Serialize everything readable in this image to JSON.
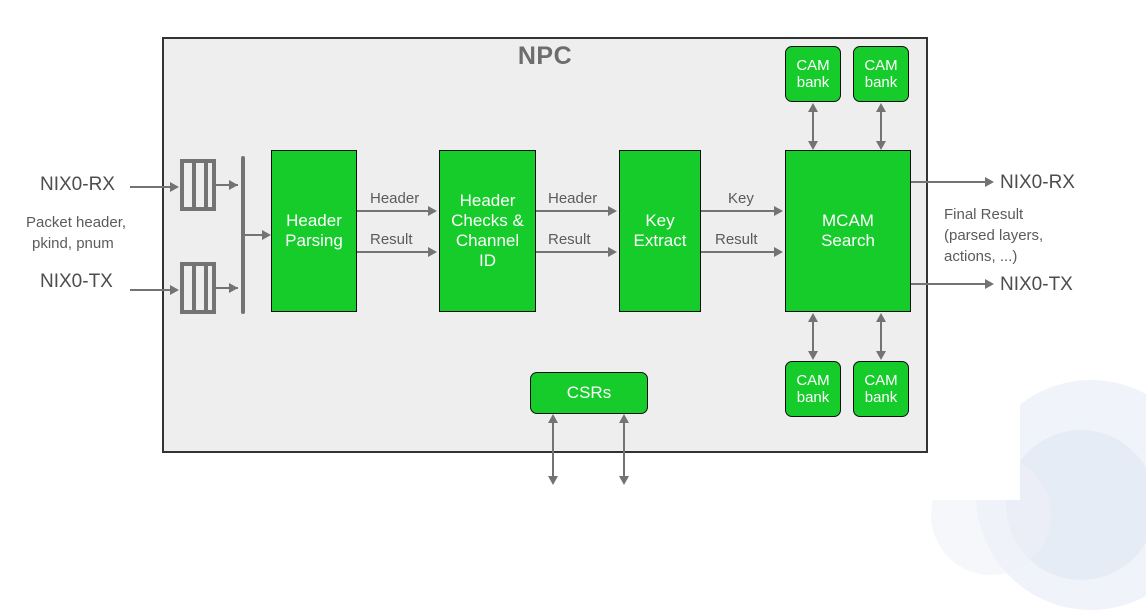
{
  "diagram": {
    "title": "NPC",
    "outer_label_color": "#6d6d6d",
    "block_fill": "#15cc2b",
    "panel_fill": "#eeeeee",
    "line_color": "#737373"
  },
  "left_io": {
    "rx": "NIX0-RX",
    "tx": "NIX0-TX",
    "caption_line1": "Packet header,",
    "caption_line2": "pkind, pnum"
  },
  "right_io": {
    "rx": "NIX0-RX",
    "tx": "NIX0-TX",
    "caption_line1": "Final Result",
    "caption_line2": "(parsed layers,",
    "caption_line3": "actions, ...)"
  },
  "blocks": {
    "header_parsing_l1": "Header",
    "header_parsing_l2": "Parsing",
    "header_checks_l1": "Header",
    "header_checks_l2": "Checks &",
    "header_checks_l3": "Channel",
    "header_checks_l4": "ID",
    "key_extract_l1": "Key",
    "key_extract_l2": "Extract",
    "mcam_search_l1": "MCAM",
    "mcam_search_l2": "Search",
    "csrs": "CSRs",
    "cam_bank_l1": "CAM",
    "cam_bank_l2": "bank"
  },
  "edge_labels": {
    "hp_hc_top": "Header",
    "hp_hc_bottom": "Result",
    "hc_ke_top": "Header",
    "hc_ke_bottom": "Result",
    "ke_mc_top": "Key",
    "ke_mc_bottom": "Result"
  }
}
